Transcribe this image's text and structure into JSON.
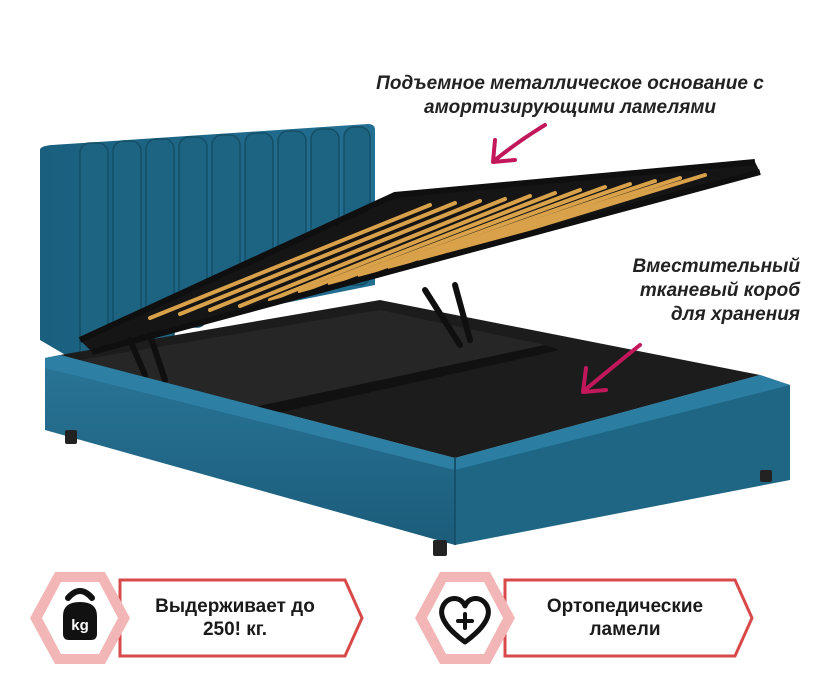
{
  "callouts": {
    "lift_base": {
      "line1": "Подъемное металлическое основание с",
      "line2": "амортизирующими ламелями"
    },
    "storage_box": {
      "line1": "Вместительный",
      "line2": "тканевый короб",
      "line3": "для хранения"
    }
  },
  "badges": {
    "weight": {
      "icon_label": "kg",
      "line1": "Выдерживает до",
      "line2": "250! кг."
    },
    "orthopedic": {
      "line1": "Ортопедические",
      "line2": "ламели"
    }
  },
  "icons": {
    "weight": "kettlebell-icon",
    "orthopedic": "heart-plus-icon",
    "arrow": "pointer-arrow-icon"
  },
  "colors": {
    "upholstery": "#1f6b8c",
    "upholstery_dark": "#174f69",
    "frame": "#1b1b1b",
    "slat": "#d9a24a",
    "arrow": "#c2185b",
    "badge_red": "#d84a4a",
    "badge_pink": "#f3b6b6"
  }
}
